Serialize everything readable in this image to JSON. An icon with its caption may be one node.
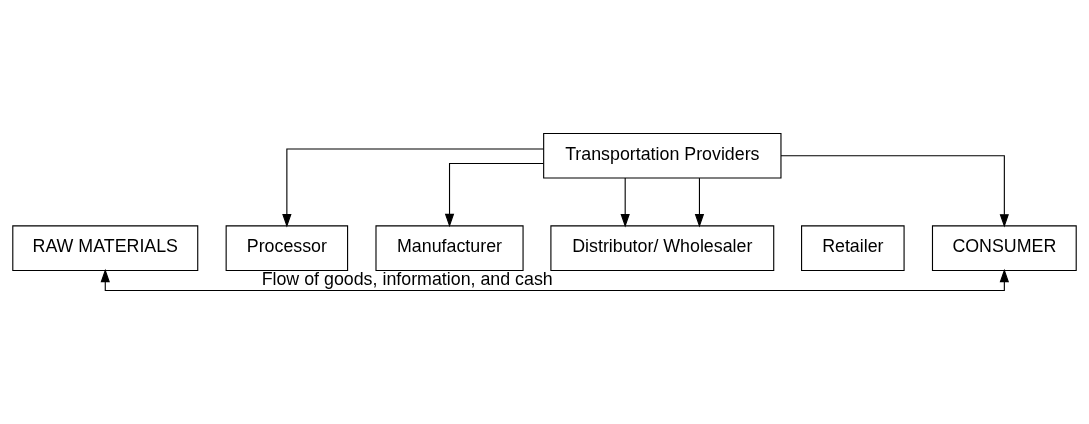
{
  "diagram": {
    "nodes": [
      {
        "text": [
          "RAW MATERIALS"
        ]
      },
      {
        "text": [
          "Transportation Providers"
        ]
      },
      {
        "text": [
          "Processor"
        ]
      },
      {
        "text": [
          "Manufacturer"
        ]
      },
      {
        "text": [
          "Distributor/ Wholesaler"
        ]
      },
      {
        "text": [
          "Retailer"
        ]
      },
      {
        "text": [
          "CONSUMER"
        ]
      }
    ],
    "edges": [
      {
        "from": 1,
        "to": 2,
        "arrow": "to"
      },
      {
        "from": 1,
        "to": 3,
        "arrow": "to"
      },
      {
        "from": 1,
        "to": 4,
        "arrow": "to"
      },
      {
        "from": 1,
        "to": 4,
        "arrow": "to"
      },
      {
        "from": 1,
        "to": 6,
        "arrow": "to"
      },
      {
        "from": 0,
        "to": 6,
        "arrow": "both",
        "label": "Flow of goods, information, and cash"
      }
    ]
  }
}
